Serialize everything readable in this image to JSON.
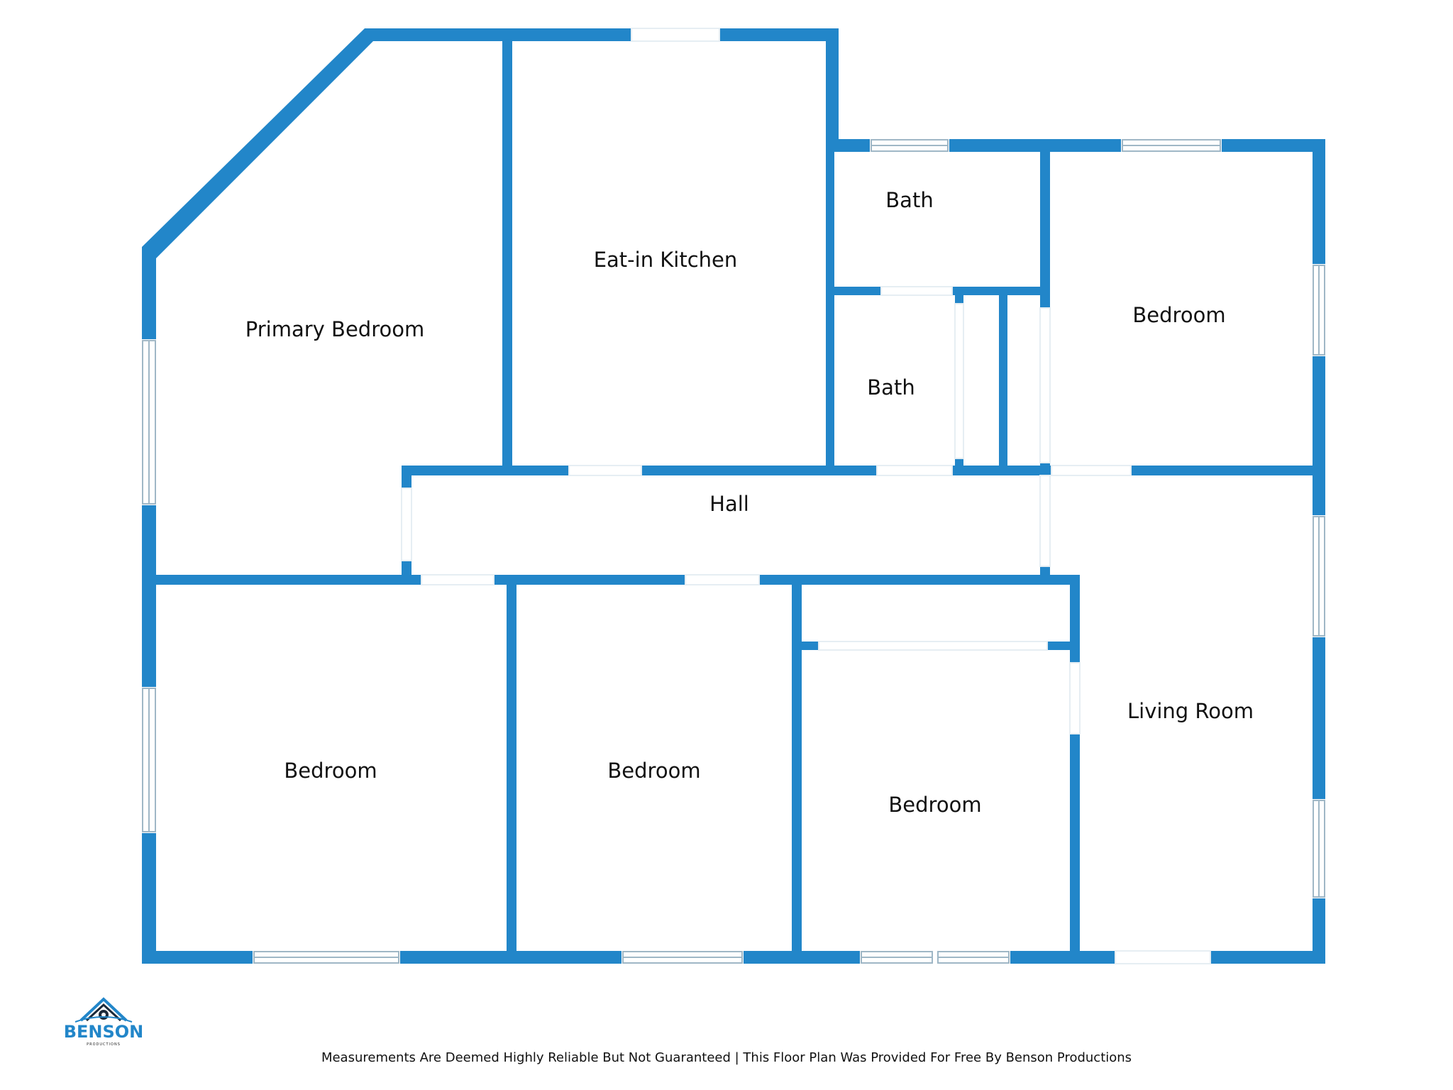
{
  "colors": {
    "wall": "#2286c9",
    "window_frame": "#9fb7c6",
    "text": "#111111",
    "background": "#ffffff"
  },
  "rooms": {
    "primary_bedroom": "Primary Bedroom",
    "eat_in_kitchen": "Eat-in Kitchen",
    "bath_upper": "Bath",
    "bath_lower": "Bath",
    "bedroom_northeast": "Bedroom",
    "hall": "Hall",
    "living_room": "Living Room",
    "bedroom_southwest": "Bedroom",
    "bedroom_south_center": "Bedroom",
    "bedroom_southeast": "Bedroom"
  },
  "logo": {
    "name": "BENSON",
    "tagline": "PRODUCTIONS",
    "icon": "house-camera-icon"
  },
  "footer": {
    "disclaimer": "Measurements Are Deemed Highly Reliable But Not Guaranteed | This Floor Plan Was Provided For Free By Benson Productions"
  }
}
